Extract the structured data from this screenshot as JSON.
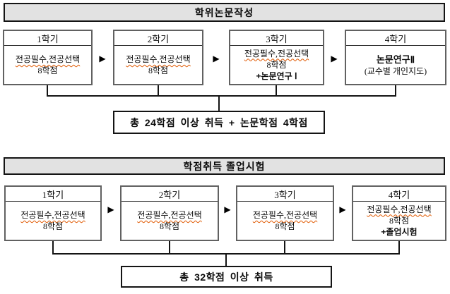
{
  "icons": {
    "arrow_right": "▶"
  },
  "colors": {
    "header_bg": "#e2e2e2",
    "frame_border": "#141414",
    "box_border": "#616161",
    "spellcheck_underline": "#e05800"
  },
  "sections": [
    {
      "header": "학위논문작성",
      "boxes": [
        {
          "term": "1학기",
          "course": "전공필수,전공선택",
          "credits": "8학점"
        },
        {
          "term": "2학기",
          "course": "전공필수,전공선택",
          "credits": "8학점"
        },
        {
          "term": "3학기",
          "course": "전공필수,전공선택",
          "credits": "8학점",
          "extra": "+논문연구 Ⅰ"
        },
        {
          "term": "4학기",
          "main": "논문연구Ⅱ",
          "note": "(교수별 개인지도)"
        }
      ],
      "summary": "총 24학점 이상 취득 + 논문학점 4학점"
    },
    {
      "header": "학점취득 졸업시험",
      "boxes": [
        {
          "term": "1학기",
          "course": "전공필수,전공선택",
          "credits": "8학점"
        },
        {
          "term": "2학기",
          "course": "전공필수,전공선택",
          "credits": "8학점"
        },
        {
          "term": "3학기",
          "course": "전공필수,전공선택",
          "credits": "8학점"
        },
        {
          "term": "4학기",
          "course": "전공필수,전공선택",
          "credits": "8학점",
          "extra": "+졸업시험"
        }
      ],
      "summary": "총 32학점 이상 취득"
    }
  ]
}
